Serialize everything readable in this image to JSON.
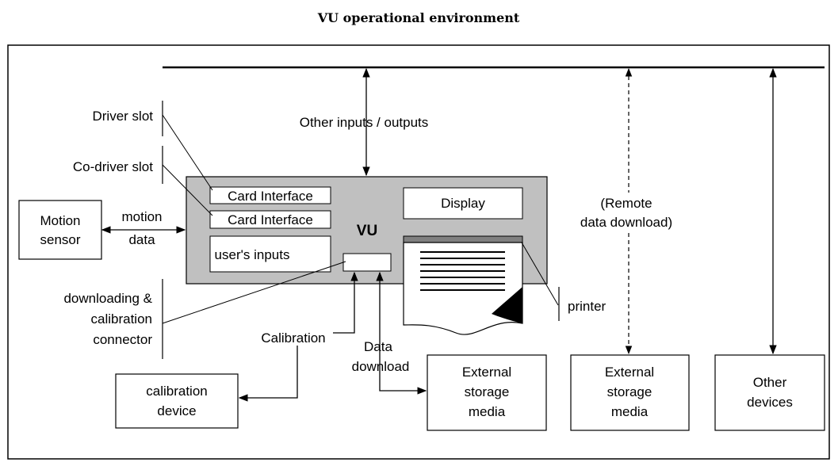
{
  "title": "VU operational environment",
  "labels": {
    "driver_slot": "Driver slot",
    "codriver_slot": "Co-driver slot",
    "card_interface_1": "Card Interface",
    "card_interface_2": "Card Interface",
    "display": "Display",
    "vu": "VU",
    "users_inputs": "user's inputs",
    "motion_sensor_1": "Motion",
    "motion_sensor_2": "sensor",
    "motion_data_1": "motion",
    "motion_data_2": "data",
    "other_io": "Other inputs / outputs",
    "remote_1": "(Remote",
    "remote_2": "data download)",
    "printer": "printer",
    "dl_conn_1": "downloading &",
    "dl_conn_2": "calibration",
    "dl_conn_3": "connector",
    "calibration": "Calibration",
    "data_download_1": "Data",
    "data_download_2": "download",
    "cal_device_1": "calibration",
    "cal_device_2": "device",
    "ext_storage_a_1": "External",
    "ext_storage_a_2": "storage",
    "ext_storage_a_3": "media",
    "ext_storage_b_1": "External",
    "ext_storage_b_2": "storage",
    "ext_storage_b_3": "media",
    "other_devices_1": "Other",
    "other_devices_2": "devices"
  }
}
